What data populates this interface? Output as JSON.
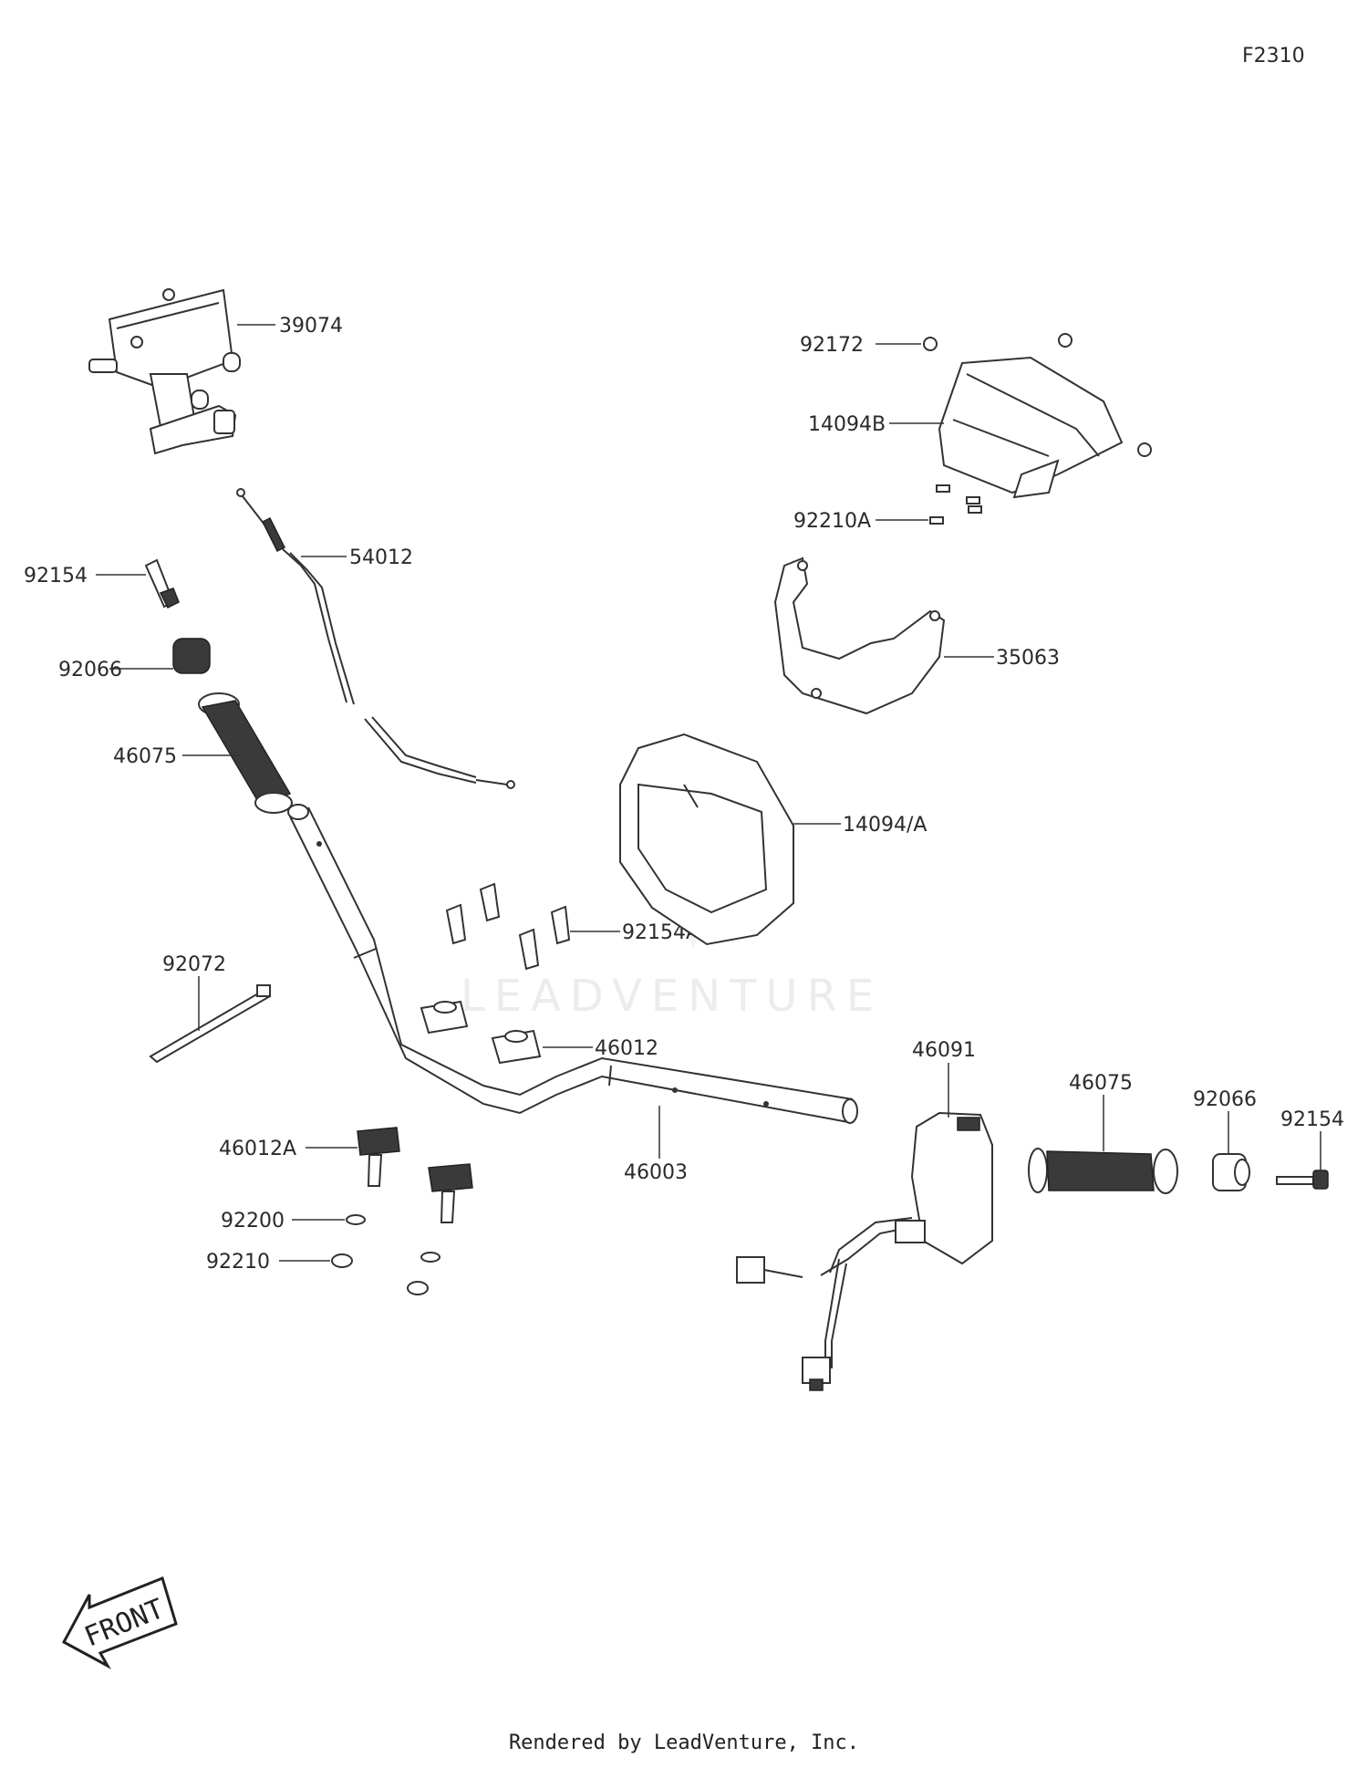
{
  "diagram_code": "F2310",
  "front_label": "FRONT",
  "watermark": "LEADVENTURE",
  "footer": "Rendered by LeadVenture, Inc.",
  "parts": [
    "39074",
    "54012",
    "92154",
    "92066",
    "46075",
    "92072",
    "46012A",
    "92200",
    "92210",
    "46012",
    "46003",
    "92154A",
    "92172",
    "14094B",
    "92210A",
    "35063",
    "14094/A",
    "46091",
    "46075",
    "92066",
    "92154"
  ]
}
